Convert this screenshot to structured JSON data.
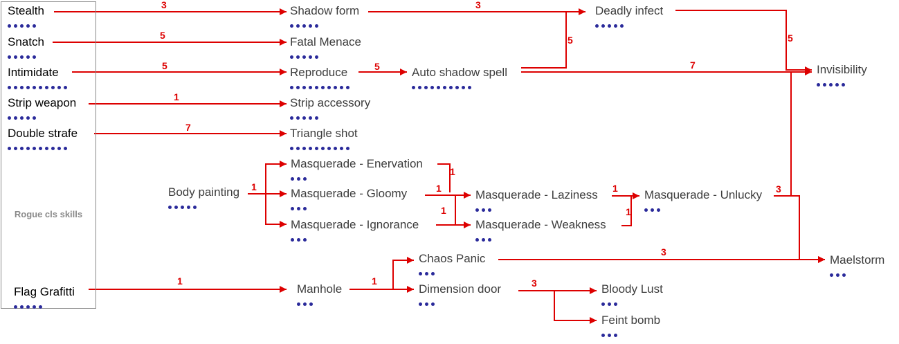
{
  "group_label": "Rogue cls skills",
  "colors": {
    "edge": "#dd0000",
    "dot": "#2a2a9a",
    "box_border": "#888888",
    "group_text": "#8a8a8a"
  },
  "skills": [
    {
      "id": "stealth",
      "label": "Stealth",
      "levels": 5,
      "base": true
    },
    {
      "id": "snatch",
      "label": "Snatch",
      "levels": 5,
      "base": true
    },
    {
      "id": "intimidate",
      "label": "Intimidate",
      "levels": 10,
      "base": true
    },
    {
      "id": "strip_weapon",
      "label": "Strip weapon",
      "levels": 5,
      "base": true
    },
    {
      "id": "double_strafe",
      "label": "Double strafe",
      "levels": 10,
      "base": true
    },
    {
      "id": "flag_grafitti",
      "label": "Flag Grafitti",
      "levels": 5,
      "base": true
    },
    {
      "id": "shadow_form",
      "label": "Shadow form",
      "levels": 5
    },
    {
      "id": "fatal_menace",
      "label": "Fatal Menace",
      "levels": 5
    },
    {
      "id": "reproduce",
      "label": "Reproduce",
      "levels": 10
    },
    {
      "id": "strip_accessory",
      "label": "Strip accessory",
      "levels": 5
    },
    {
      "id": "triangle_shot",
      "label": "Triangle shot",
      "levels": 10
    },
    {
      "id": "deadly_infect",
      "label": "Deadly infect",
      "levels": 5
    },
    {
      "id": "auto_shadow_spell",
      "label": "Auto shadow spell",
      "levels": 10
    },
    {
      "id": "invisibility",
      "label": "Invisibility",
      "levels": 5
    },
    {
      "id": "body_painting",
      "label": "Body painting",
      "levels": 5
    },
    {
      "id": "masq_enervation",
      "label": "Masquerade - Enervation",
      "levels": 3
    },
    {
      "id": "masq_gloomy",
      "label": "Masquerade - Gloomy",
      "levels": 3
    },
    {
      "id": "masq_ignorance",
      "label": "Masquerade - Ignorance",
      "levels": 3
    },
    {
      "id": "masq_laziness",
      "label": "Masquerade - Laziness",
      "levels": 3
    },
    {
      "id": "masq_weakness",
      "label": "Masquerade - Weakness",
      "levels": 3
    },
    {
      "id": "masq_unlucky",
      "label": "Masquerade - Unlucky",
      "levels": 3
    },
    {
      "id": "manhole",
      "label": "Manhole",
      "levels": 3
    },
    {
      "id": "chaos_panic",
      "label": "Chaos Panic",
      "levels": 3
    },
    {
      "id": "dimension_door",
      "label": "Dimension door",
      "levels": 3
    },
    {
      "id": "maelstorm",
      "label": "Maelstorm",
      "levels": 3
    },
    {
      "id": "bloody_lust",
      "label": "Bloody Lust",
      "levels": 3
    },
    {
      "id": "feint_bomb",
      "label": "Feint bomb",
      "levels": 3
    }
  ],
  "requirements": [
    {
      "from": "stealth",
      "to": "shadow_form",
      "level": "3"
    },
    {
      "from": "snatch",
      "to": "fatal_menace",
      "level": "5"
    },
    {
      "from": "intimidate",
      "to": "reproduce",
      "level": "5"
    },
    {
      "from": "strip_weapon",
      "to": "strip_accessory",
      "level": "1"
    },
    {
      "from": "double_strafe",
      "to": "triangle_shot",
      "level": "7"
    },
    {
      "from": "reproduce",
      "to": "auto_shadow_spell",
      "level": "5"
    },
    {
      "from": "shadow_form",
      "to": "deadly_infect",
      "level": "3"
    },
    {
      "from": "auto_shadow_spell",
      "to": "deadly_infect",
      "level": "5"
    },
    {
      "from": "deadly_infect",
      "to": "invisibility",
      "level": "5"
    },
    {
      "from": "auto_shadow_spell",
      "to": "invisibility",
      "level": "7"
    },
    {
      "from": "body_painting",
      "to": "masq_enervation",
      "level": "1"
    },
    {
      "from": "masq_enervation",
      "to": "masq_laziness",
      "level": "1"
    },
    {
      "from": "masq_gloomy",
      "to": "masq_laziness",
      "level": "1"
    },
    {
      "from": "masq_ignorance",
      "to": "masq_weakness",
      "level": "1"
    },
    {
      "from": "masq_laziness",
      "to": "masq_unlucky",
      "level": "1"
    },
    {
      "from": "masq_weakness",
      "to": "masq_unlucky",
      "level": "1"
    },
    {
      "from": "masq_unlucky",
      "to": "maelstorm",
      "level": "3"
    },
    {
      "from": "flag_grafitti",
      "to": "manhole",
      "level": "1"
    },
    {
      "from": "manhole",
      "to": "chaos_panic",
      "level": "1"
    },
    {
      "from": "chaos_panic",
      "to": "maelstorm",
      "level": "3"
    },
    {
      "from": "dimension_door",
      "to": "bloody_lust",
      "level": "3"
    }
  ]
}
